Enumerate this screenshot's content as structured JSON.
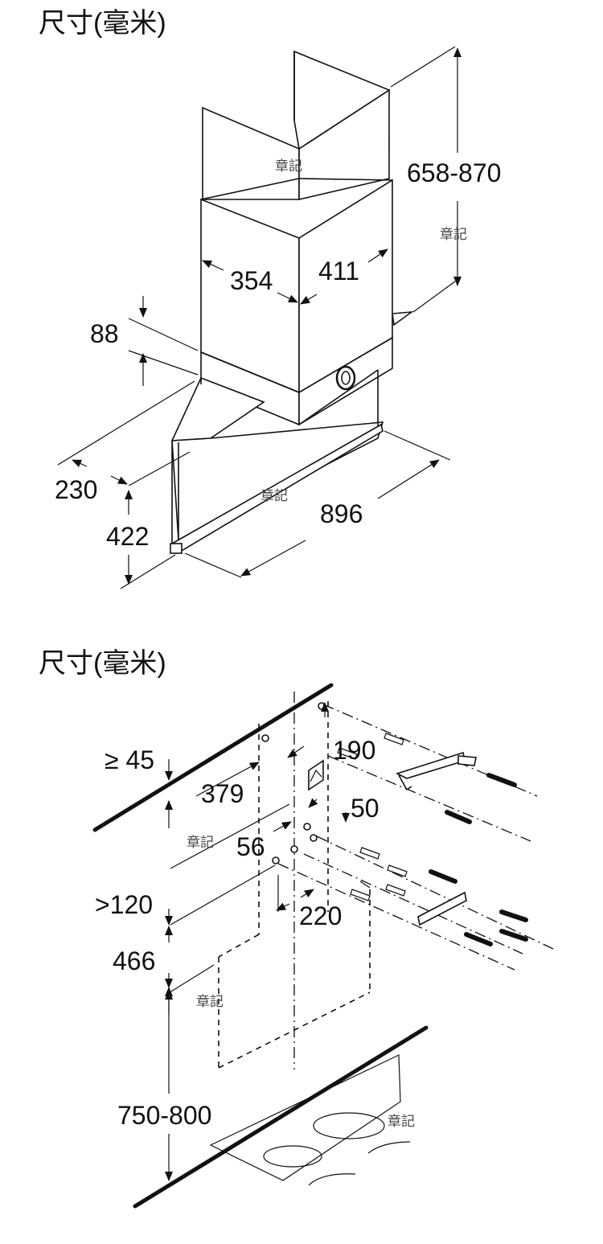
{
  "titles": {
    "top": "尺寸(毫米)",
    "bottom": "尺寸(毫米)"
  },
  "stamp": "章記",
  "hood_dims": {
    "chimney_height": "658-870",
    "depth": "354",
    "width": "411",
    "canopy_height": "88",
    "front_depth": "230",
    "glass_height": "422",
    "total_width": "896"
  },
  "install_dims": {
    "ceiling_gap": "≥ 45",
    "bracket_span": "379",
    "hole_spacing_top": "190",
    "hole_offset": "50",
    "hole_spacing_mid": "56",
    "min_gap": ">120",
    "mount_height": "466",
    "lower_spacing": "220",
    "hob_clearance": "750-800"
  }
}
